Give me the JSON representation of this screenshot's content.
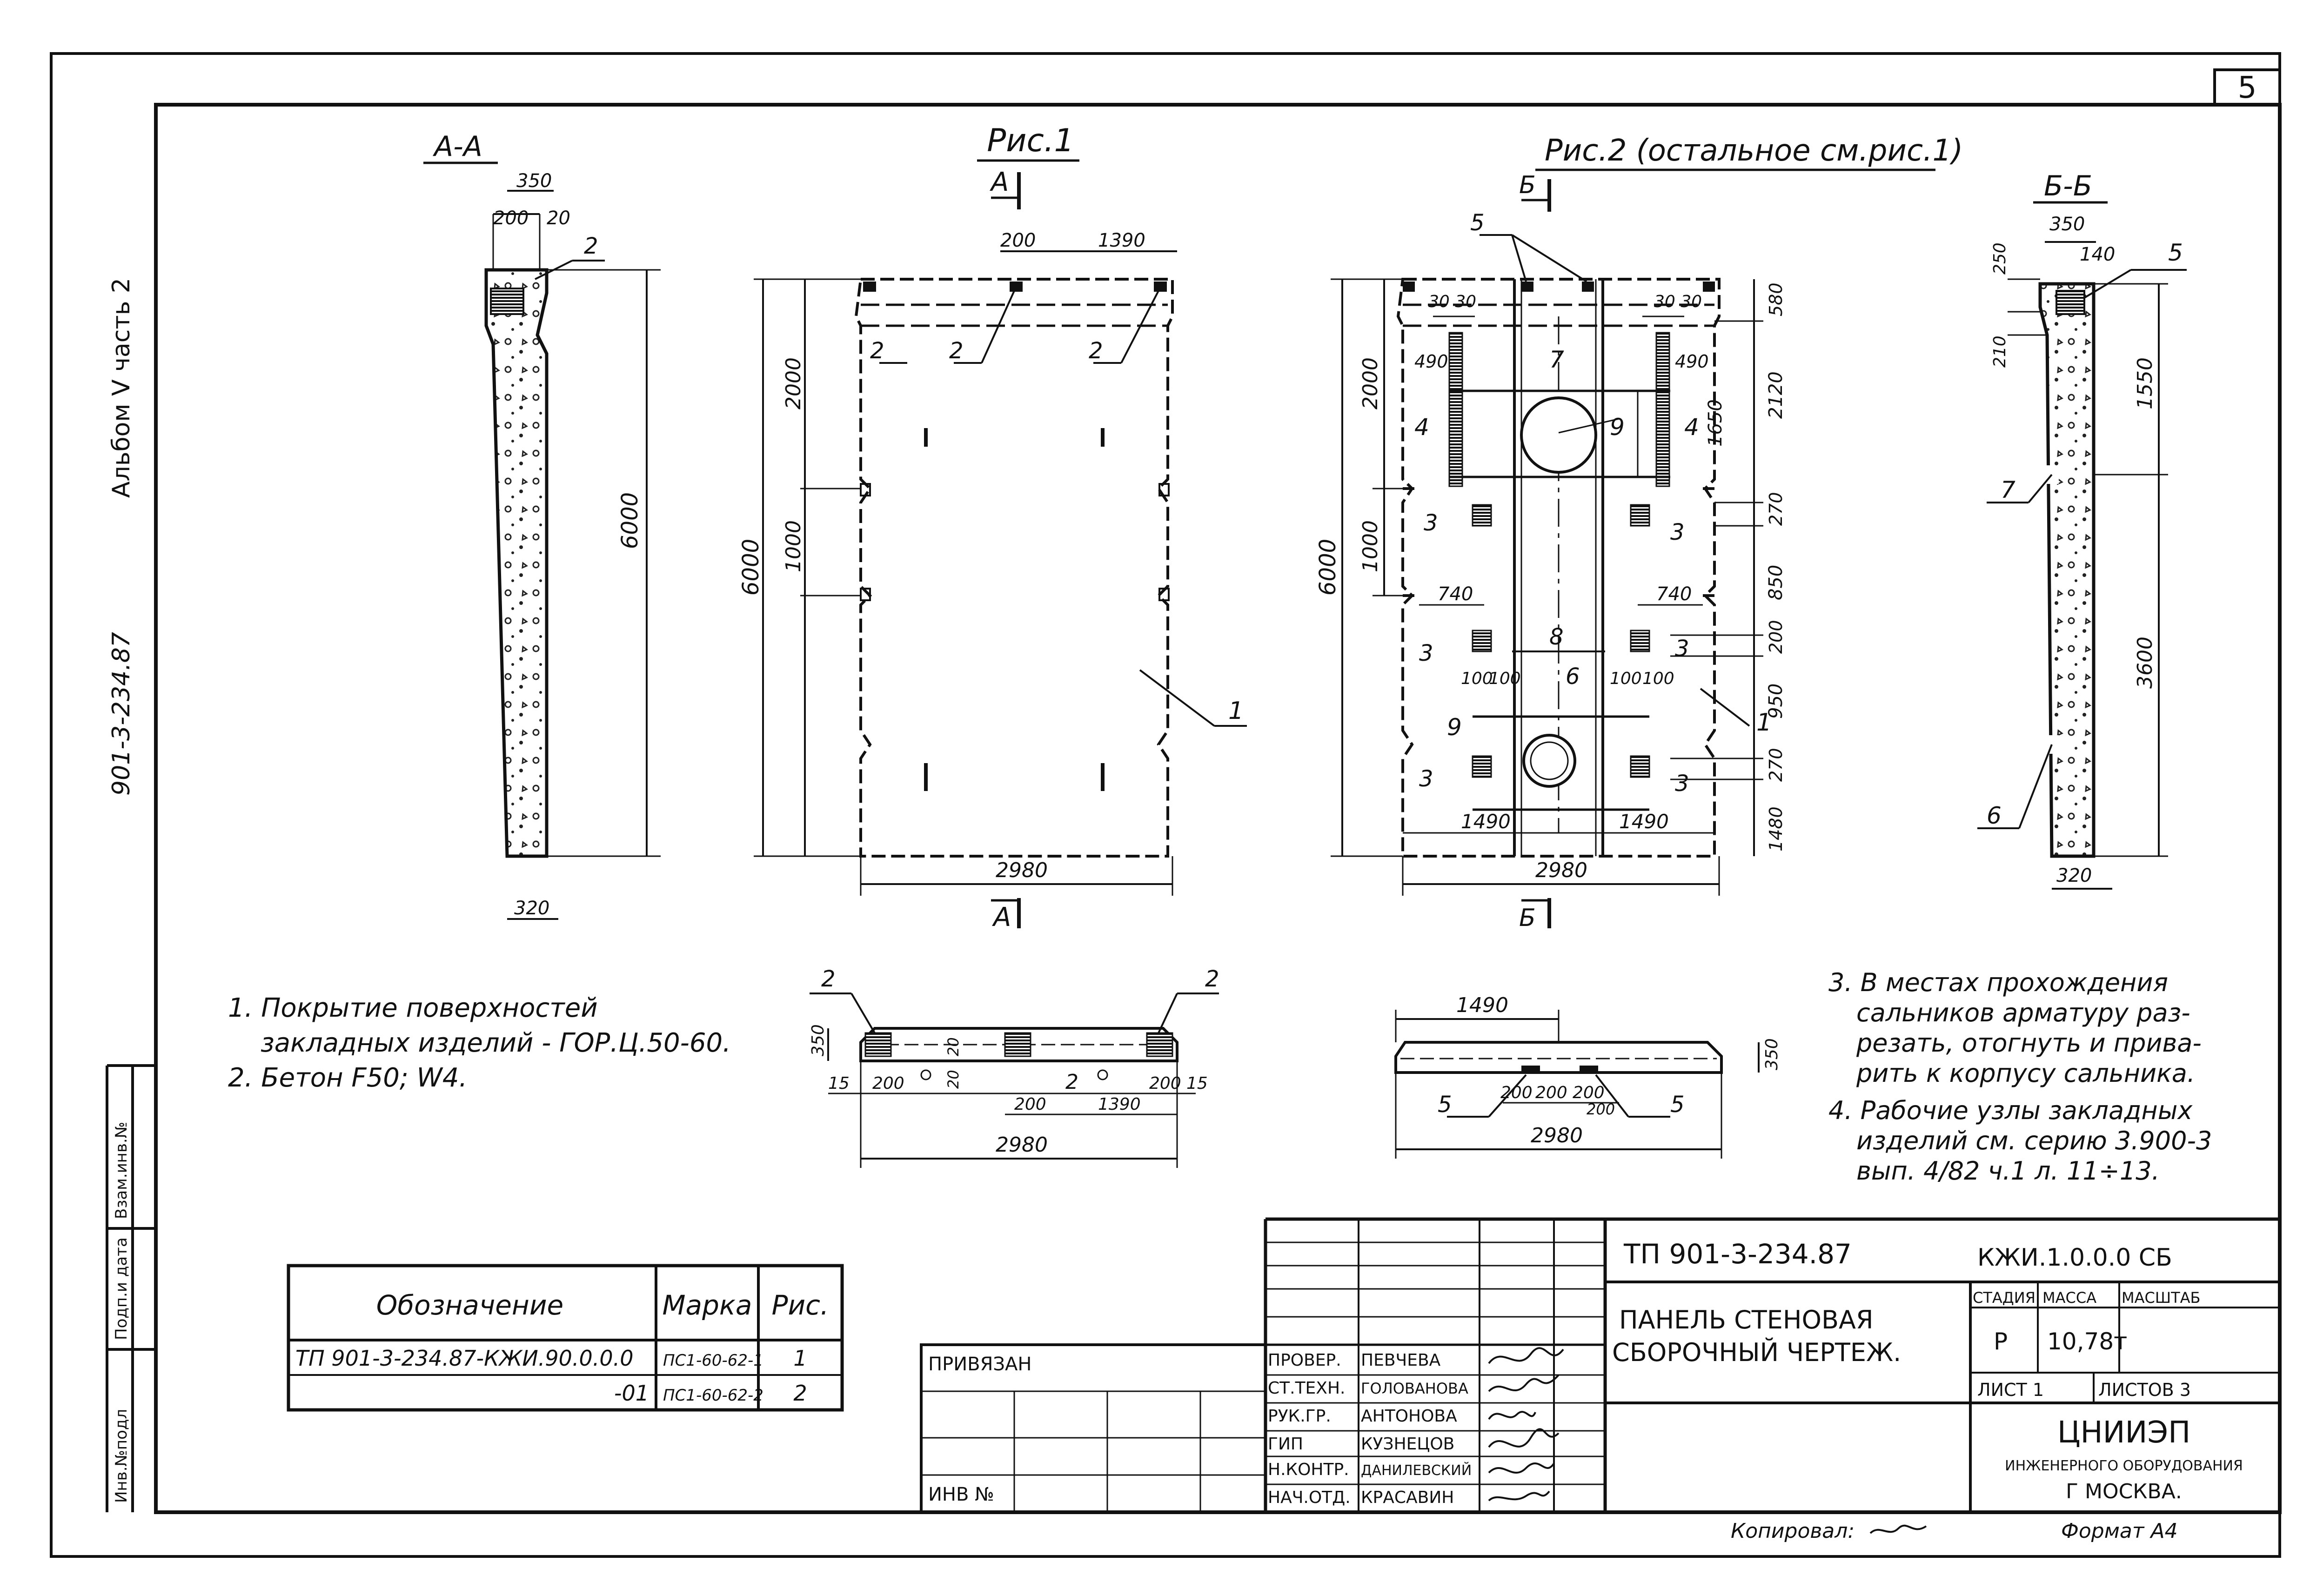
{
  "sheet_number": "5",
  "side": {
    "album": "Альбом Ⅴ  часть 2",
    "code": "901-3-234.87",
    "inv_col": [
      "Инв.№подл",
      "Подп.и дата",
      "Взам.инв.№"
    ]
  },
  "views": {
    "section_aa": {
      "title": "А-А",
      "d350": "350",
      "d200": "200",
      "d20": "20",
      "d6000": "6000",
      "d320": "320",
      "l2": "2"
    },
    "fig1": {
      "title": "Рис.1",
      "cut_top": "А",
      "cut_bottom": "А",
      "d200": "200",
      "d1390": "1390",
      "d2000": "2000",
      "d1000": "1000",
      "d6000": "6000",
      "d2980": "2980",
      "l1": "1",
      "l2": "2"
    },
    "fig2": {
      "title": "Рис.2 (остальное см.рис.1)",
      "cut_top": "Б",
      "cut_bottom": "Б",
      "d3030": "30 30",
      "d490": "490",
      "d2000": "2000",
      "d1000": "1000",
      "d6000": "6000",
      "d1650": "1650",
      "d580": "580",
      "d2120": "2120",
      "d270": "270",
      "d850": "850",
      "d200": "200",
      "d950": "950",
      "d1490": "1490",
      "d2980": "2980",
      "d740": "740",
      "d100": "100",
      "d1480": "1480",
      "l1": "1",
      "l3": "3",
      "l4": "4",
      "l5": "5",
      "l6": "6",
      "l7": "7",
      "l8": "8",
      "l9": "9"
    },
    "section_bb": {
      "title": "Б-Б",
      "d350": "350",
      "d140": "140",
      "d250": "250",
      "d210": "210",
      "d1550": "1550",
      "d3600": "3600",
      "d320": "320",
      "l5": "5",
      "l6": "6",
      "l7": "7"
    },
    "plan1": {
      "d350": "350",
      "d15": "15",
      "d200": "200",
      "d1390": "1390",
      "d2980": "2980",
      "d20": "20",
      "l2": "2"
    },
    "plan2": {
      "d1490": "1490",
      "d350": "350",
      "d200": "200",
      "d2980": "2980",
      "l5": "5"
    }
  },
  "notes_left": [
    "1. Покрытие поверхностей",
    "закладных изделий - ГОР.Ц.50-60.",
    "2. Бетон F50; W4."
  ],
  "notes_right": [
    "3. В местах прохождения",
    "сальников арматуру раз-",
    "резать, отогнуть и прива-",
    "рить к корпусу сальника.",
    "4. Рабочие узлы закладных",
    "изделий см. серию 3.900-3",
    "вып. 4/82 ч.1 л. 11÷13."
  ],
  "spec_table": {
    "headers": [
      "Обозначение",
      "Марка",
      "Рис."
    ],
    "rows": [
      [
        "ТП 901-3-234.87-КЖИ.90.0.0.0",
        "ПС1-60-62-1",
        "1"
      ],
      [
        "-01",
        "ПС1-60-62-2",
        "2"
      ]
    ]
  },
  "title_block": {
    "privyazan": "ПРИВЯЗАН",
    "inv_no": "ИНВ №",
    "roles": [
      [
        "ПРОВЕР.",
        "ПЕВЧЕВА"
      ],
      [
        "СТ.ТЕХН.",
        "ГОЛОВАНОВА"
      ],
      [
        "РУК.ГР.",
        "АНТОНОВА"
      ],
      [
        "ГИП",
        "КУЗНЕЦОВ"
      ],
      [
        "Н.КОНТР.",
        "ДАНИЛЕВСКИЙ"
      ],
      [
        "НАЧ.ОТД.",
        "КРАСАВИН"
      ]
    ],
    "project": "ТП 901-3-234.87",
    "doc_code": "КЖИ.1.0.0.0 СБ",
    "name_1": "ПАНЕЛЬ СТЕНОВАЯ",
    "name_2": "СБОРОЧНЫЙ ЧЕРТЕЖ.",
    "stage_h": "СТАДИЯ",
    "mass_h": "МАССА",
    "scale_h": "МАСШТАБ",
    "stage": "Р",
    "mass": "10,78т",
    "sheet": "ЛИСТ 1",
    "sheets": "ЛИСТОВ 3",
    "org_1": "ЦНИИЭП",
    "org_2": "ИНЖЕНЕРНОГО ОБОРУДОВАНИЯ",
    "org_3": "Г МОСКВА."
  },
  "footer": {
    "copied": "Копировал:",
    "format": "Формат А4"
  }
}
